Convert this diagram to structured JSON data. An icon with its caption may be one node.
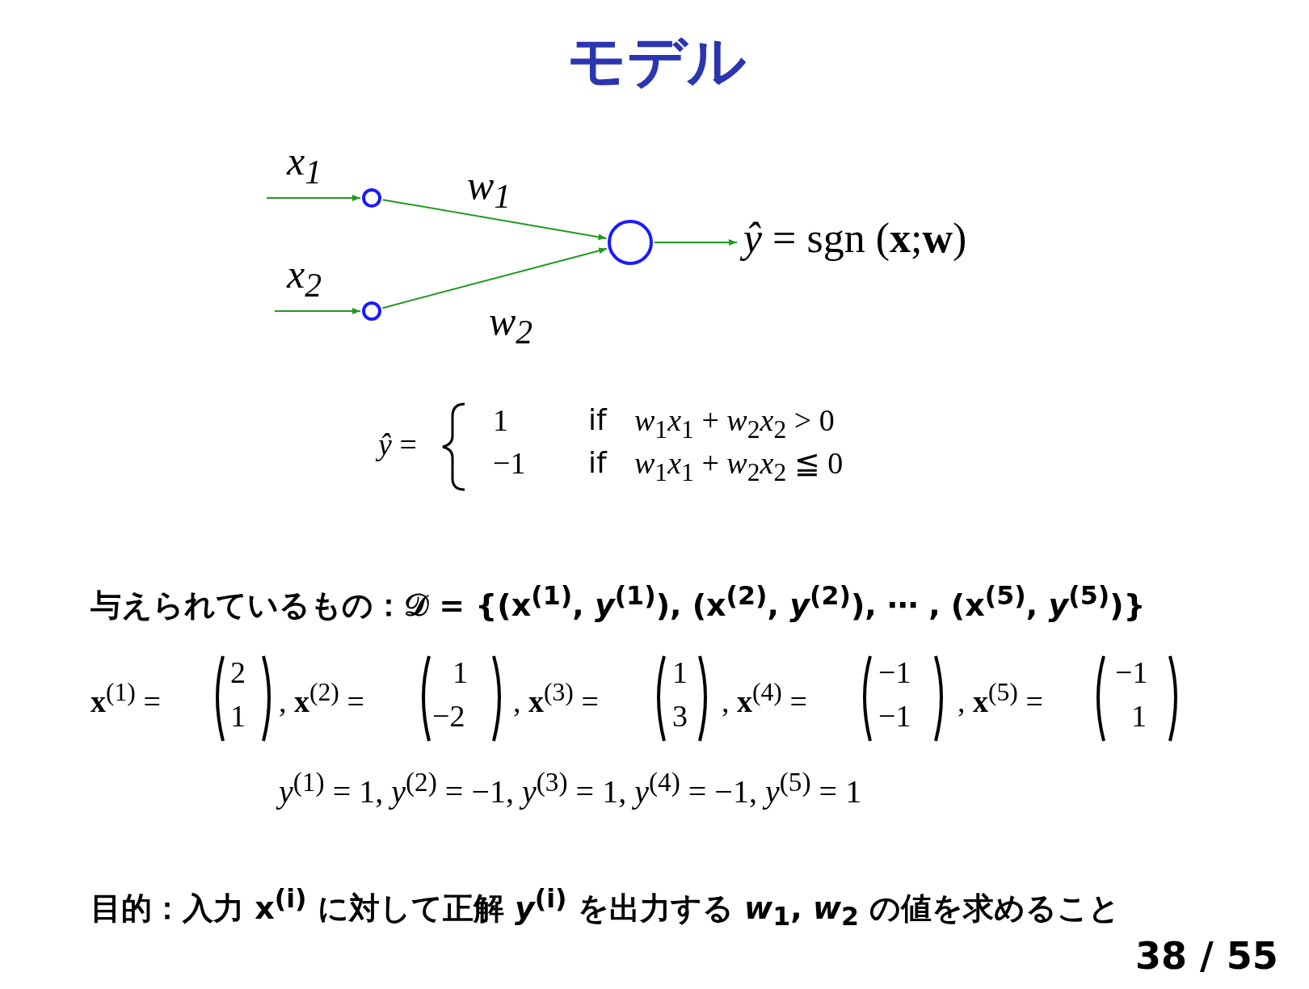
{
  "diagram": {
    "title": "モデル",
    "nodes": [
      {
        "text": [],
        "shape": "circle"
      },
      {
        "text": [],
        "shape": "circle"
      },
      {
        "text": [],
        "shape": "circle"
      },
      {
        "text": [
          "*ŷ* = sgn (**x**;**w**)"
        ]
      }
    ],
    "edges": [
      {
        "from": null,
        "to": 0,
        "arrow": "to",
        "label": "*x*$_{1}$"
      },
      {
        "from": null,
        "to": 1,
        "arrow": "to",
        "label": "*x*$_{2}$"
      },
      {
        "from": 0,
        "to": 2,
        "arrow": "to",
        "label": "*w*$_{1}$"
      },
      {
        "from": 1,
        "to": 2,
        "arrow": "to",
        "label": "*w*$_{2}$"
      },
      {
        "from": 2,
        "to": 3,
        "arrow": "to"
      }
    ],
    "labels": [
      "*ŷ* =",
      "1",
      "if",
      "*w*$_{1}$*x*$_{1}$ + *w*$_{2}$*x*$_{2}$ > 0",
      "−1",
      "if",
      "*w*$_{1}$*x*$_{1}$ + *w*$_{2}$*x*$_{2}$ ≦ 0",
      "与えられているもの：𝒟 = {(**x**$^{(1)}$, *y*$^{(1)}$), (**x**$^{(2)}$, *y*$^{(2)}$), ⋯ , (**x**$^{(5)}$, *y*$^{(5)}$)}",
      "**x**$^{(1)}$ =",
      "2",
      "1",
      ", **x**$^{(2)}$ =",
      "1",
      "−2",
      ", **x**$^{(3)}$ =",
      "1",
      "3",
      ", **x**$^{(4)}$ =",
      "−1",
      "−1",
      ", **x**$^{(5)}$ =",
      "−1",
      "1",
      "*y*$^{(1)}$ = 1, *y*$^{(2)}$ = −1, *y*$^{(3)}$ = 1, *y*$^{(4)}$ = −1, *y*$^{(5)}$ = 1",
      "目的：入力 **x**$^{(i)}$ に対して正解 *y*$^{(i)}$ を出力する *w*$_{1}$, *w*$_{2}$ の値を求めること",
      "38 / 55"
    ]
  }
}
